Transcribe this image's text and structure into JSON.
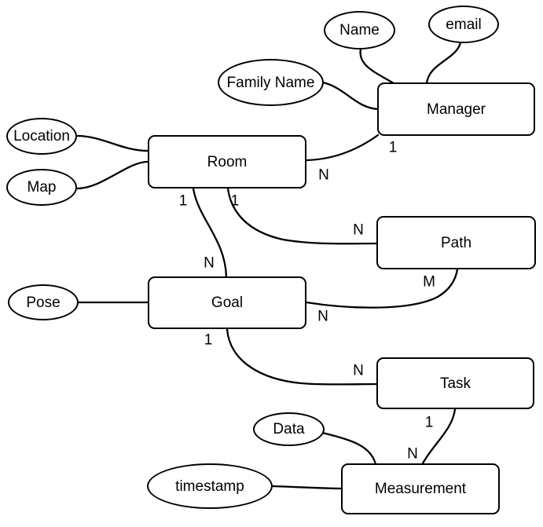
{
  "diagram": {
    "type": "entity-relationship",
    "colors": {
      "stroke": "#000000",
      "fill": "#ffffff",
      "background": "#ffffff"
    },
    "entities": {
      "manager": {
        "label": "Manager"
      },
      "room": {
        "label": "Room"
      },
      "path": {
        "label": "Path"
      },
      "goal": {
        "label": "Goal"
      },
      "task": {
        "label": "Task"
      },
      "measurement": {
        "label": "Measurement"
      }
    },
    "attributes": {
      "name": {
        "label": "Name",
        "of": "Manager"
      },
      "email": {
        "label": "email",
        "of": "Manager"
      },
      "family_name": {
        "label": "Family Name",
        "of": "Manager"
      },
      "location": {
        "label": "Location",
        "of": "Room"
      },
      "map": {
        "label": "Map",
        "of": "Room"
      },
      "pose": {
        "label": "Pose",
        "of": "Goal"
      },
      "data": {
        "label": "Data",
        "of": "Measurement"
      },
      "timestamp": {
        "label": "timestamp",
        "of": "Measurement"
      }
    },
    "relationships": [
      {
        "from": "Room",
        "to": "Manager",
        "from_card": "N",
        "to_card": "1"
      },
      {
        "from": "Room",
        "to": "Path",
        "from_card": "1",
        "to_card": "N"
      },
      {
        "from": "Room",
        "to": "Goal",
        "from_card": "1",
        "to_card": "N"
      },
      {
        "from": "Goal",
        "to": "Path",
        "from_card": "N",
        "to_card": "M"
      },
      {
        "from": "Goal",
        "to": "Task",
        "from_card": "1",
        "to_card": "N"
      },
      {
        "from": "Task",
        "to": "Measurement",
        "from_card": "1",
        "to_card": "N"
      }
    ]
  }
}
